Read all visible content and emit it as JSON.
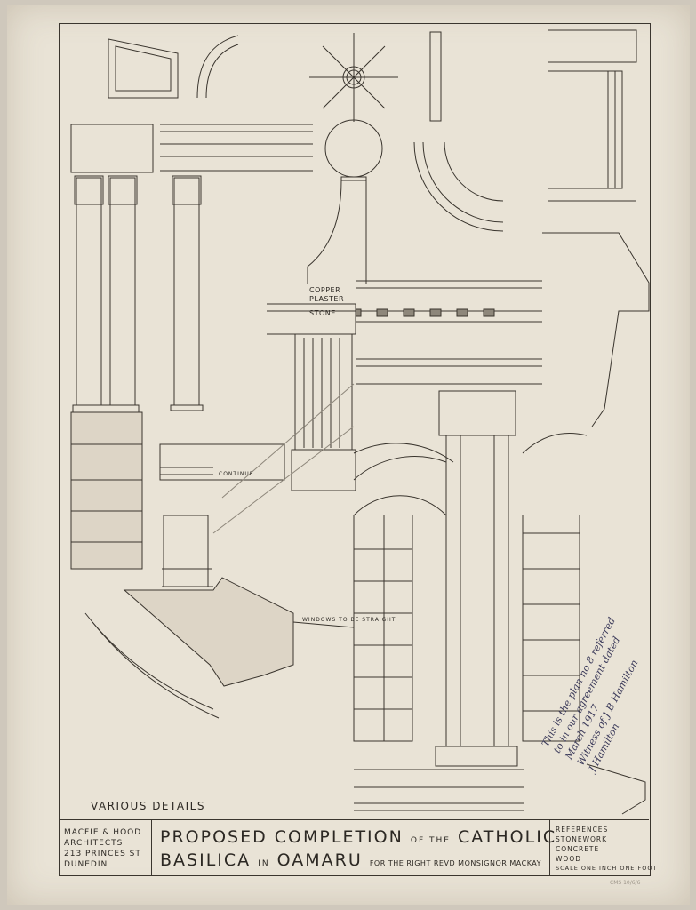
{
  "drawing": {
    "section_title": "VARIOUS DETAILS",
    "labels": {
      "copper": "COPPER",
      "plaster": "PLASTER",
      "stone": "STONE",
      "continue": "CONTINUE",
      "window_note": "WINDOWS TO BE STRAIGHT"
    }
  },
  "title_block": {
    "firm_line1": "MACFIE & HOOD",
    "firm_line2": "ARCHITECTS",
    "firm_line3": "213 PRINCES ST",
    "firm_line4": "DUNEDIN",
    "title_a": "PROPOSED",
    "title_b": "COMPLETION",
    "title_c": "OF THE",
    "title_d": "CATHOLIC",
    "title_e": "BASILICA",
    "title_f": "IN",
    "title_g": "OAMARU",
    "title_h": "FOR THE RIGHT REVD MONSIGNOR MACKAY",
    "references_heading": "REFERENCES",
    "ref_stonework": "STONEWORK",
    "ref_concrete": "CONCRETE",
    "ref_wood": "WOOD",
    "scale": "SCALE ONE INCH ONE FOOT"
  },
  "annotation": {
    "line1": "This is the plan no 8 referred",
    "line2": "to in our agreement dated",
    "line3": "March 1917",
    "line4": "Witness of J B Hamilton",
    "signature": "J Hamilton"
  },
  "archive_stamp": "CMS 10/6/6"
}
